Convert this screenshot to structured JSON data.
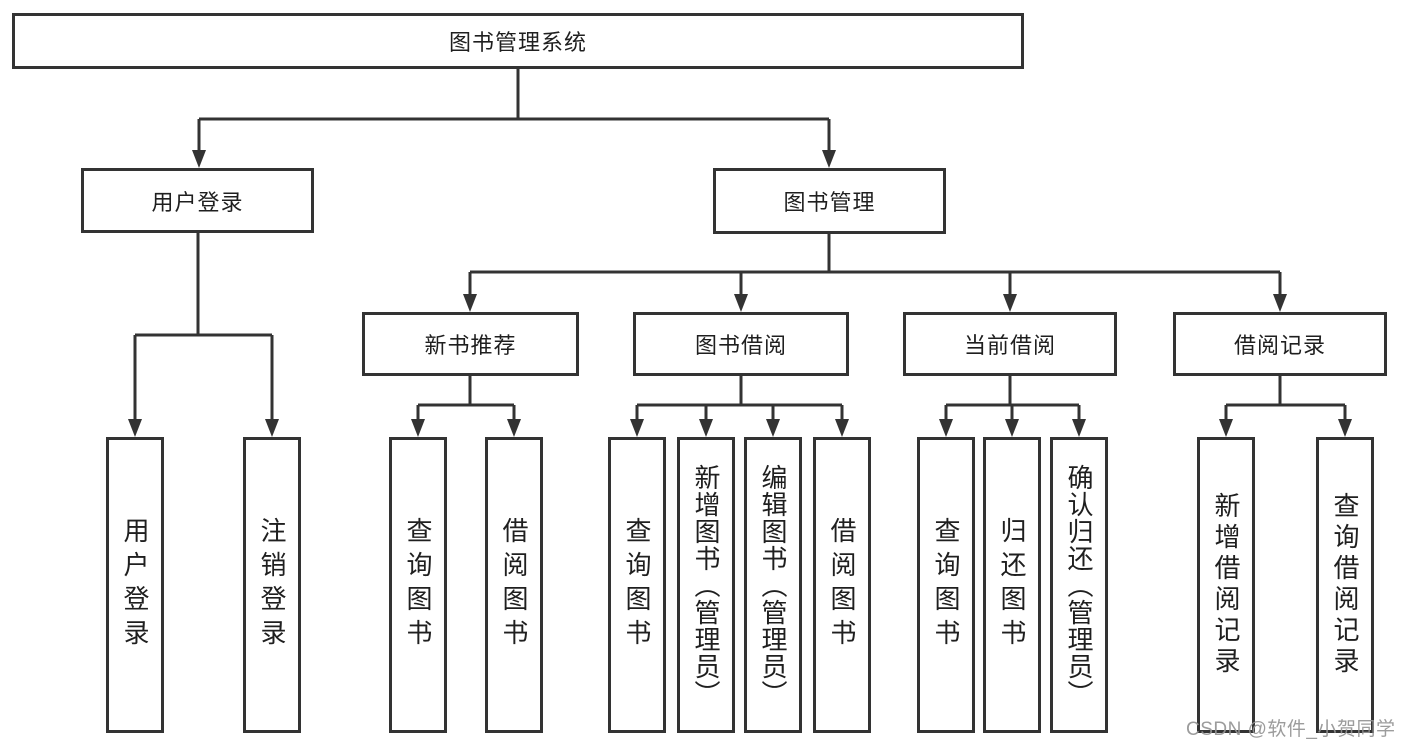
{
  "tree": {
    "label": "图书管理系统",
    "children": [
      {
        "label": "用户登录",
        "children": [
          {
            "label": "用户登录"
          },
          {
            "label": "注销登录"
          }
        ]
      },
      {
        "label": "图书管理",
        "children": [
          {
            "label": "新书推荐",
            "children": [
              {
                "label": "查询图书"
              },
              {
                "label": "借阅图书"
              }
            ]
          },
          {
            "label": "图书借阅",
            "children": [
              {
                "label": "查询图书"
              },
              {
                "label": "新增图书（管理员）"
              },
              {
                "label": "编辑图书（管理员）"
              },
              {
                "label": "借阅图书"
              }
            ]
          },
          {
            "label": "当前借阅",
            "children": [
              {
                "label": "查询图书"
              },
              {
                "label": "归还图书"
              },
              {
                "label": "确认归还（管理员）"
              }
            ]
          },
          {
            "label": "借阅记录",
            "children": [
              {
                "label": "新增借阅记录"
              },
              {
                "label": "查询借阅记录"
              }
            ]
          }
        ]
      }
    ]
  },
  "watermark": {
    "text": "CSDN @软件_小贺同学"
  },
  "colors": {
    "line": "#333333",
    "box_border": "#333333",
    "text": "#1f1f1f",
    "background": "#ffffff",
    "watermark": "#949494"
  }
}
